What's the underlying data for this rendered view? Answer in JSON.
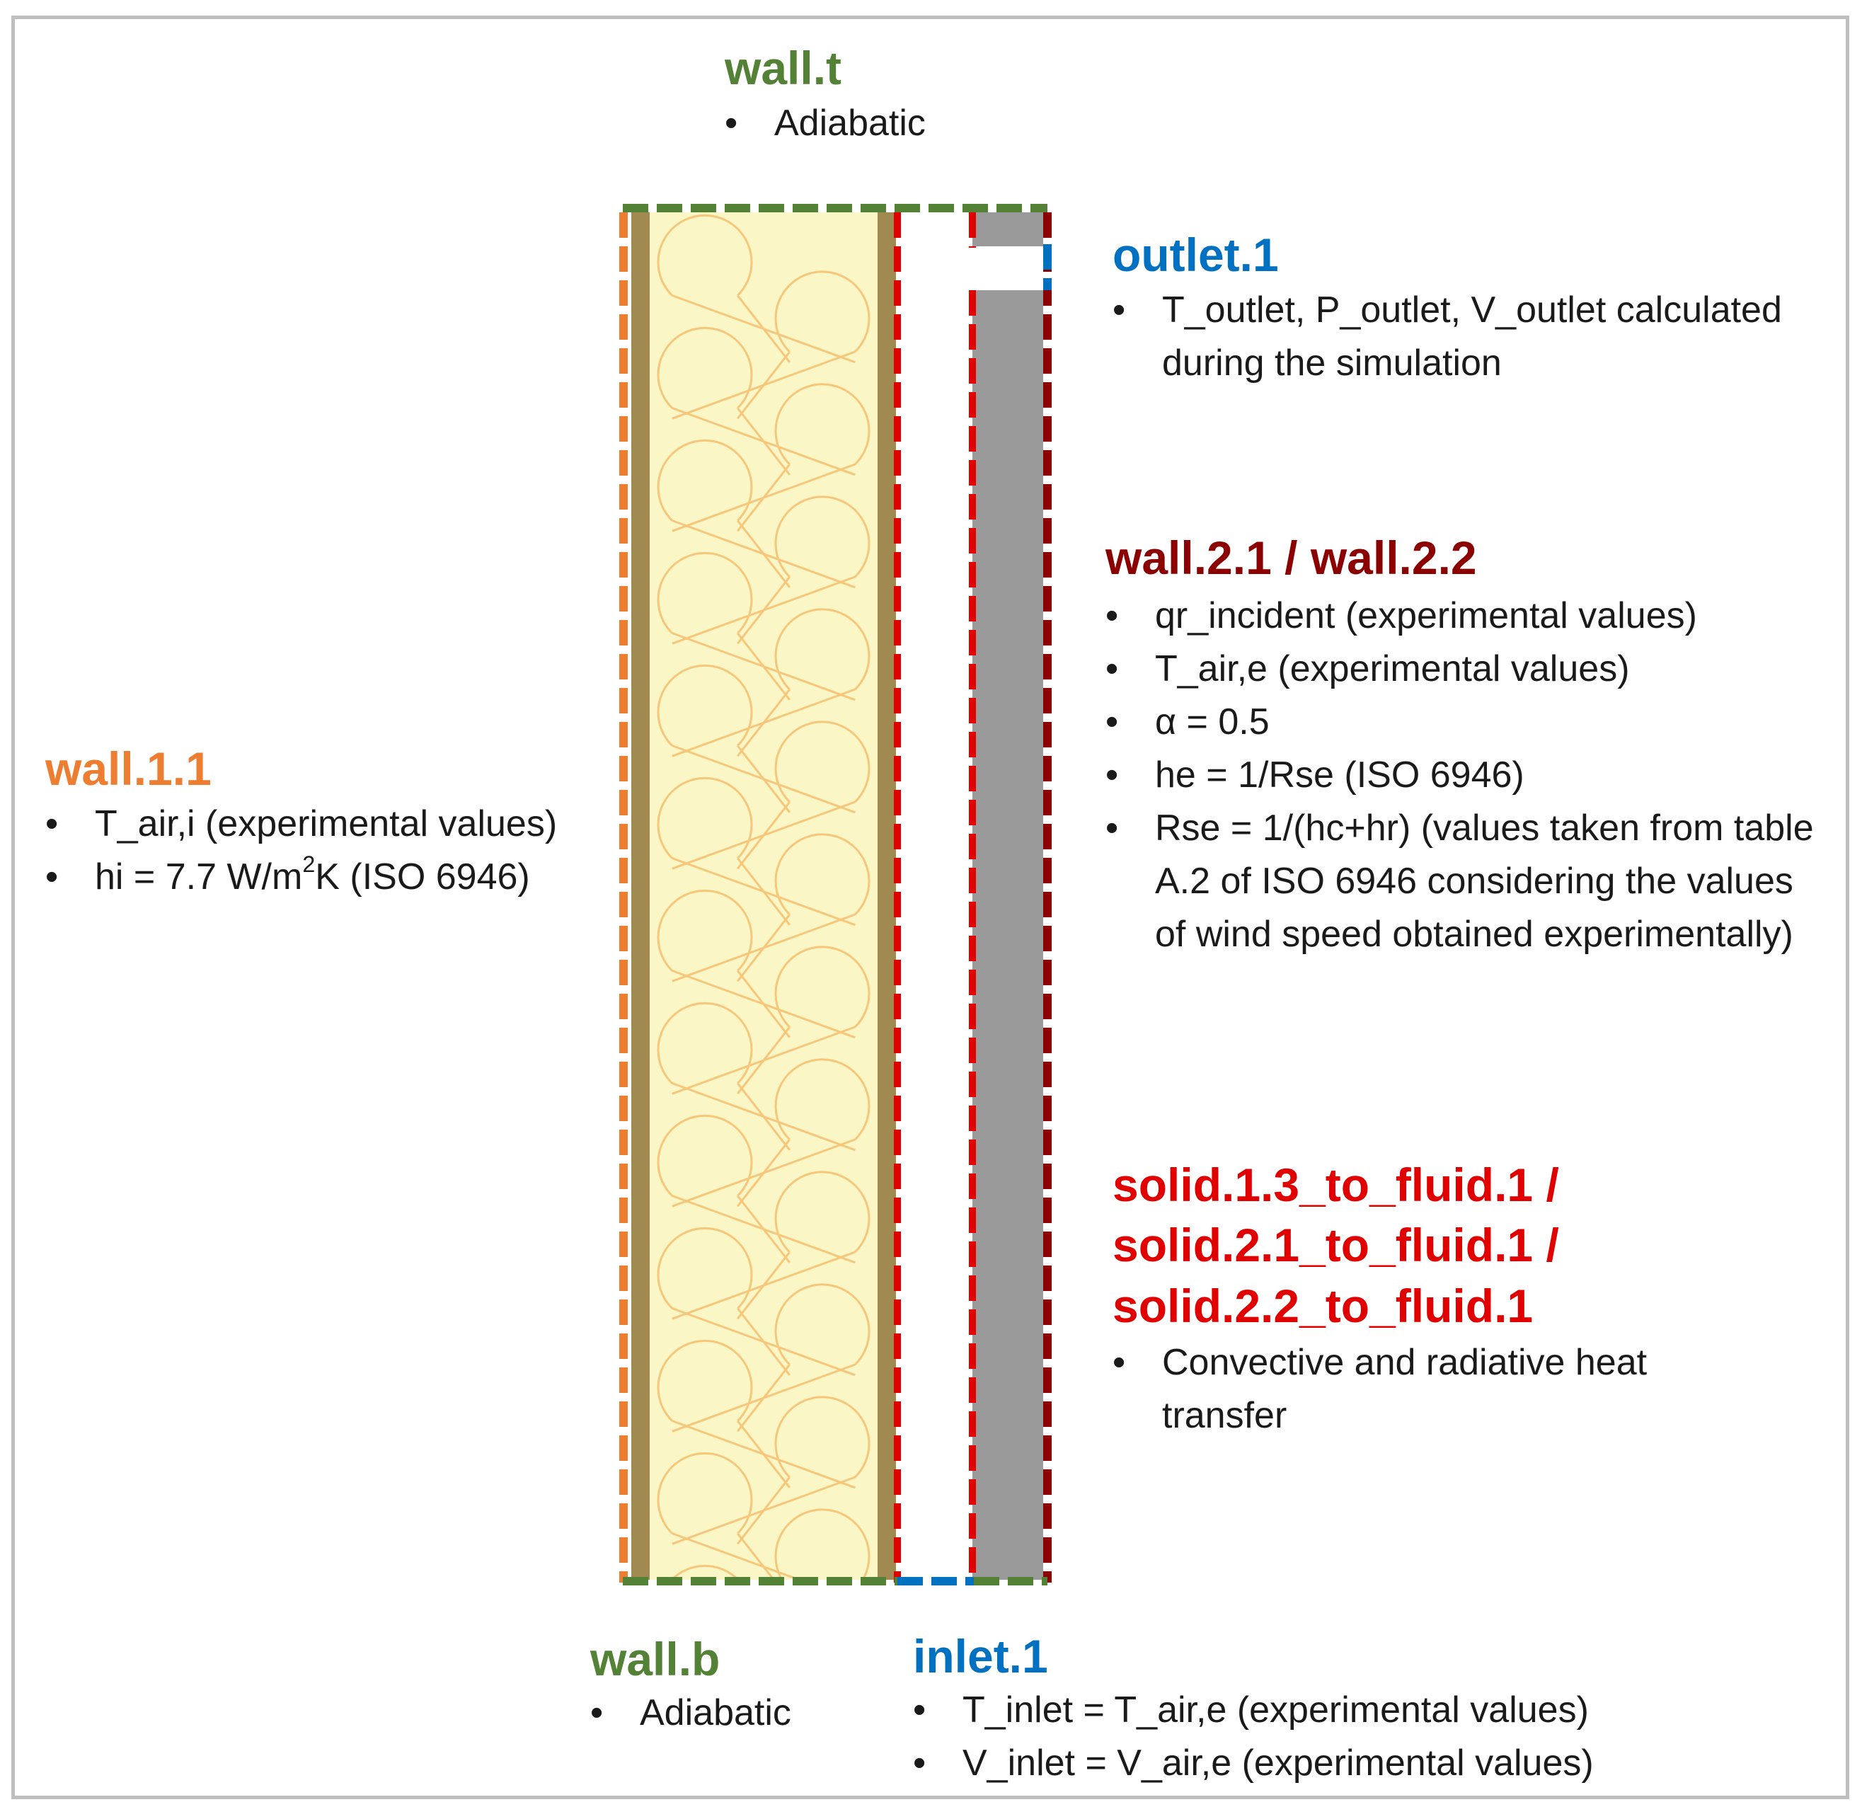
{
  "colors": {
    "insulation_fill": "#fbf6c6",
    "insulation_pattern": "#f6c77b",
    "board": "#a08a52",
    "cladding": "#9a9a9a",
    "wall_t_b": "#538135",
    "wall_1_1": "#ed7d31",
    "inlet_outlet": "#0070c0",
    "wall_2": "#8b0000",
    "solid_to_fluid": "#e00000",
    "frame_border": "#bfbfbf"
  },
  "labels": {
    "wall_t": {
      "title": "wall.t",
      "items": [
        "Adiabatic"
      ]
    },
    "outlet_1": {
      "title": "outlet.1",
      "items": [
        "T_outlet, P_outlet, V_outlet calculated during the simulation"
      ]
    },
    "wall_2": {
      "title": "wall.2.1 / wall.2.2",
      "items": [
        "qr_incident (experimental values)",
        "T_air,e (experimental values)",
        "α = 0.5",
        "he = 1/Rse (ISO 6946)",
        "Rse = 1/(hc+hr) (values taken from table A.2 of ISO 6946 considering the values of wind speed obtained experimentally)"
      ]
    },
    "wall_1_1": {
      "title": "wall.1.1",
      "items": [
        "T_air,i (experimental values)"
      ],
      "hi_prefix": "hi = 7.7 W/m",
      "hi_sup": "2",
      "hi_suffix": "K (ISO 6946)"
    },
    "solid": {
      "title_lines": [
        "solid.1.3_to_fluid.1 /",
        "solid.2.1_to_fluid.1 /",
        "solid.2.2_to_fluid.1"
      ],
      "items": [
        "Convective and radiative heat transfer"
      ]
    },
    "wall_b": {
      "title": "wall.b",
      "items": [
        "Adiabatic"
      ]
    },
    "inlet_1": {
      "title": "inlet.1",
      "items": [
        "T_inlet = T_air,e (experimental values)",
        "V_inlet = V_air,e (experimental values)"
      ]
    }
  }
}
